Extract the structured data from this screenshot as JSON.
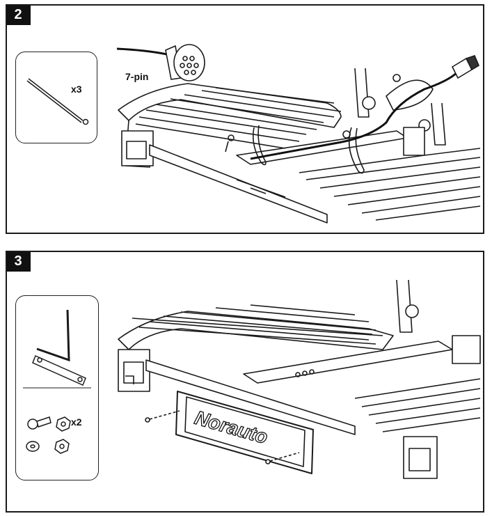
{
  "steps": [
    {
      "number": "2",
      "labels": {
        "quantity": "x3",
        "connector": "7-pin"
      }
    },
    {
      "number": "3",
      "labels": {
        "quantity": "x2",
        "plate_brand": "Norauto"
      }
    }
  ]
}
